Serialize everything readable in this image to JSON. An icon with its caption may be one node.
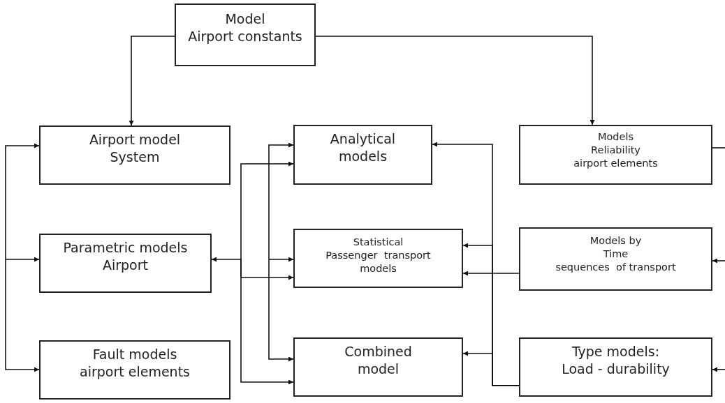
{
  "diagram": {
    "nodes": [
      {
        "text": [
          "Model",
          "Airport constants"
        ]
      },
      {
        "text": [
          "Airport model",
          "System"
        ]
      },
      {
        "text": [
          "Analytical",
          "models"
        ]
      },
      {
        "text": [
          "Models",
          "Reliability",
          "airport elements"
        ]
      },
      {
        "text": [
          "Parametric models",
          "Airport"
        ]
      },
      {
        "text": [
          "Statistical",
          "Passenger  transport",
          "models"
        ]
      },
      {
        "text": [
          "Models by",
          "Time",
          "sequences  of transport"
        ]
      },
      {
        "text": [
          "Fault models",
          "airport elements"
        ]
      },
      {
        "text": [
          "Combined",
          "model"
        ]
      },
      {
        "text": [
          "Type models:",
          "Load - durability"
        ]
      }
    ],
    "edges": [
      {
        "from": 0,
        "to": 1,
        "arrow": "to"
      },
      {
        "from": 0,
        "to": 3,
        "arrow": "to"
      },
      {
        "from": null,
        "to": 1,
        "arrow": "to"
      },
      {
        "from": null,
        "to": 4,
        "arrow": "to"
      },
      {
        "from": null,
        "to": 7,
        "arrow": "to"
      },
      {
        "from": null,
        "to": 4,
        "arrow": "to"
      },
      {
        "from": null,
        "to": 2,
        "arrow": "to"
      },
      {
        "from": null,
        "to": 5,
        "arrow": "to"
      },
      {
        "from": null,
        "to": 8,
        "arrow": "to"
      },
      {
        "from": null,
        "to": 2,
        "arrow": "to"
      },
      {
        "from": null,
        "to": 5,
        "arrow": "to"
      },
      {
        "from": null,
        "to": 8,
        "arrow": "to"
      },
      {
        "from": 9,
        "to": 2,
        "arrow": "to"
      },
      {
        "from": 9,
        "to": 5,
        "arrow": "to"
      },
      {
        "from": 9,
        "to": 8,
        "arrow": "to"
      },
      {
        "from": 6,
        "to": 5,
        "arrow": "to"
      },
      {
        "from": 3,
        "to": null,
        "arrow": "none"
      },
      {
        "from": null,
        "to": 6,
        "arrow": "to"
      },
      {
        "from": null,
        "to": 9,
        "arrow": "to"
      }
    ]
  }
}
